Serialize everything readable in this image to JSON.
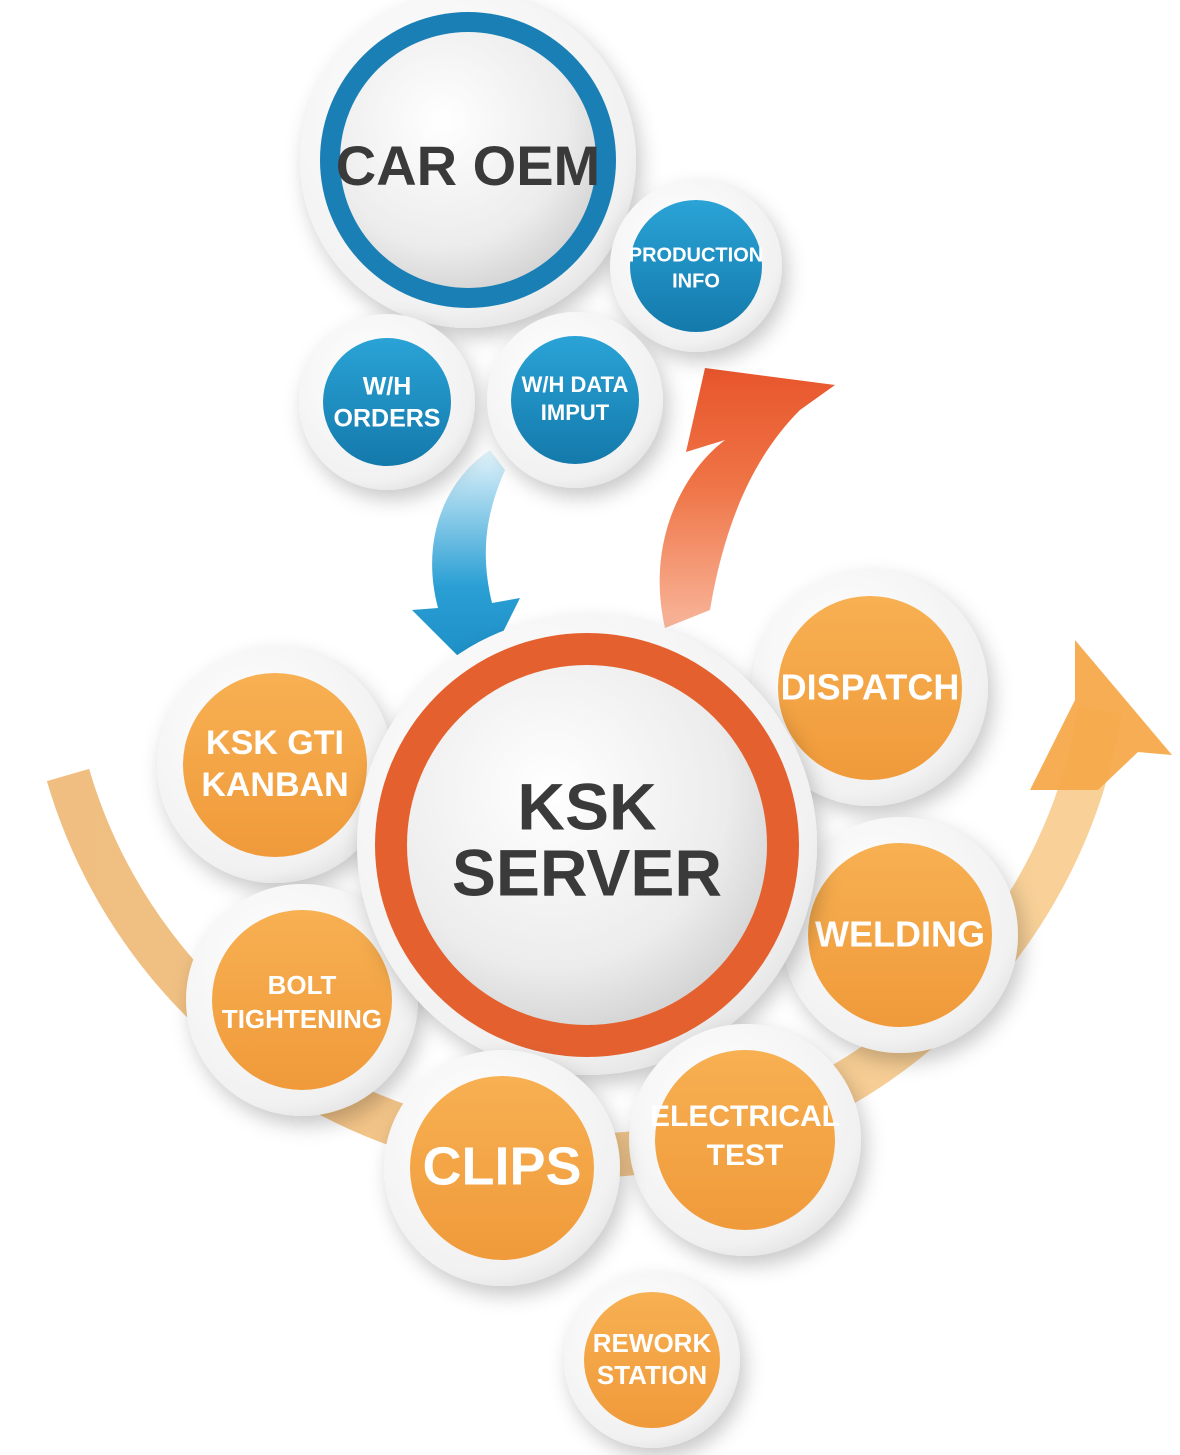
{
  "hubs": {
    "car_oem": {
      "label": "CAR OEM"
    },
    "ksk_server": {
      "line1": "KSK",
      "line2": "SERVER"
    }
  },
  "blue_nodes": {
    "production_info": {
      "line1": "PRODUCTION",
      "line2": "INFO"
    },
    "wh_orders": {
      "line1": "W/H",
      "line2": "ORDERS"
    },
    "wh_data_imput": {
      "line1": "W/H DATA",
      "line2": "IMPUT"
    }
  },
  "orange_nodes": {
    "ksk_gti_kanban": {
      "line1": "KSK GTI",
      "line2": "KANBAN"
    },
    "bolt_tightening": {
      "line1": "BOLT",
      "line2": "TIGHTENING"
    },
    "clips": {
      "label": "CLIPS"
    },
    "electrical_test": {
      "line1": "ELECTRICAL",
      "line2": "TEST"
    },
    "welding": {
      "label": "WELDING"
    },
    "dispatch": {
      "label": "DISPATCH"
    },
    "rework_station": {
      "line1": "REWORK",
      "line2": "STATION"
    }
  },
  "colors": {
    "blue": "#1a8fc3",
    "blue_dark": "#16709e",
    "orange_node": "#f5a94a",
    "orange_ring": "#e8643a",
    "arc": "#f6c98a",
    "hub_fill": "#ebebeb",
    "text_dark": "#3a3a3a"
  }
}
